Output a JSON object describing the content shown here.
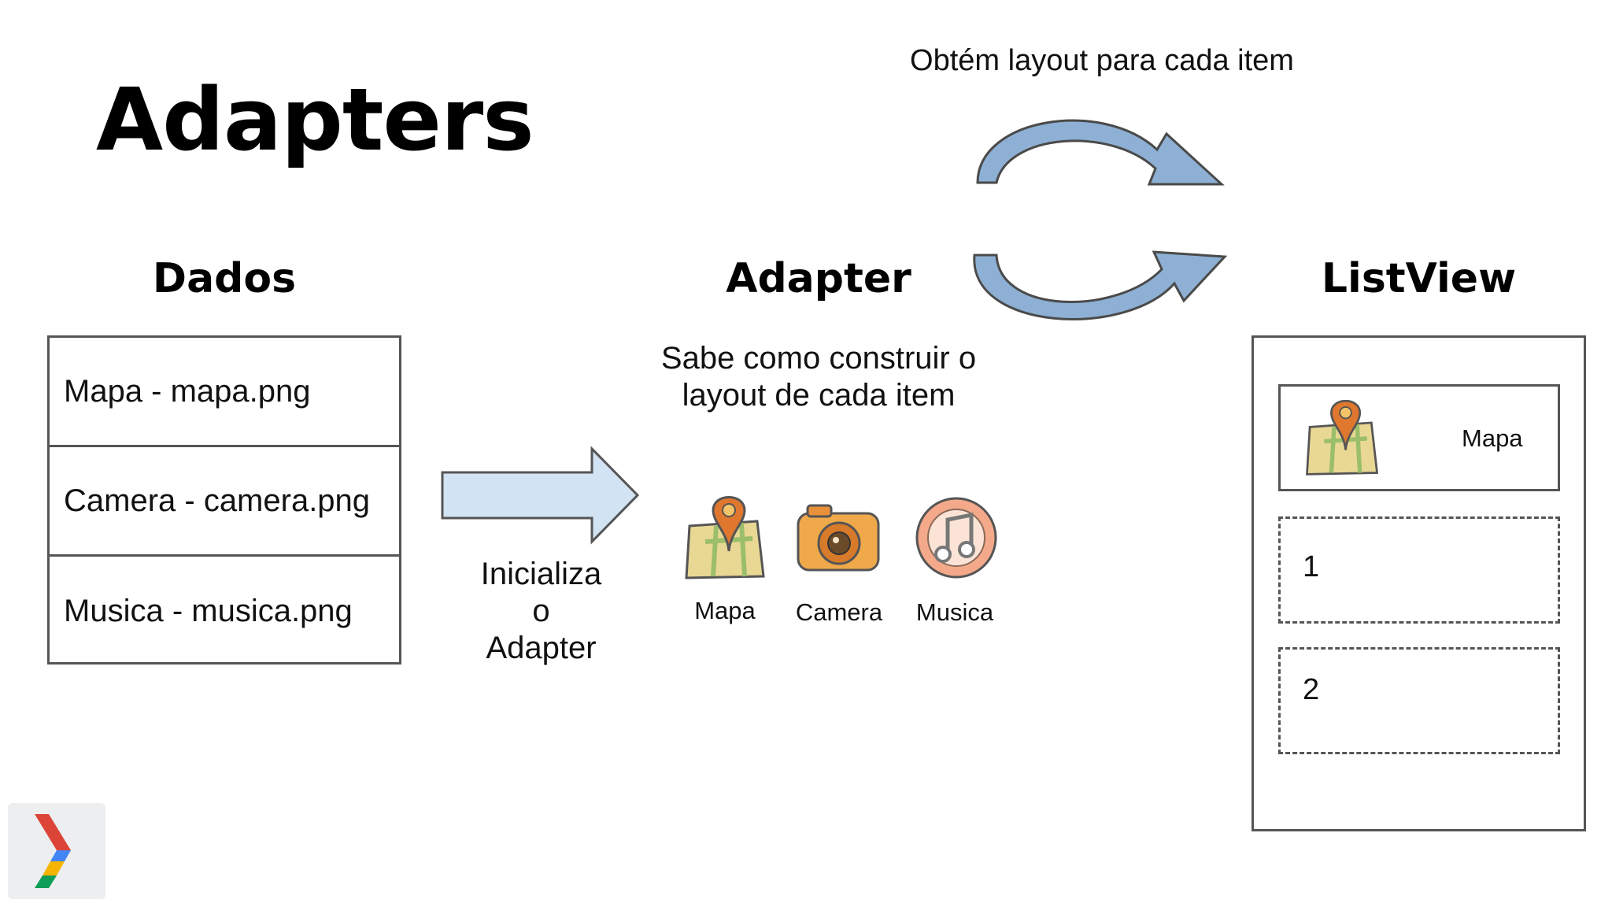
{
  "slide": {
    "title": "Adapters",
    "loop_label": "Obtém layout para cada item"
  },
  "dados": {
    "heading": "Dados",
    "rows": [
      "Mapa - mapa.png",
      "Camera - camera.png",
      "Musica - musica.png"
    ]
  },
  "init_arrow": {
    "label_lines": [
      "Inicializa",
      "o",
      "Adapter"
    ]
  },
  "adapter": {
    "heading": "Adapter",
    "description_lines": [
      "Sabe como construir o",
      "layout de cada item"
    ],
    "icons": [
      {
        "icon": "map-pin-icon",
        "label": "Mapa"
      },
      {
        "icon": "camera-icon",
        "label": "Camera"
      },
      {
        "icon": "music-icon",
        "label": "Musica"
      }
    ]
  },
  "listview": {
    "heading": "ListView",
    "first_item_label": "Mapa",
    "placeholder_items": [
      "1",
      "2"
    ]
  },
  "colors": {
    "arrow_fill": "#d2e3f3",
    "cycle_fill": "#8eb0d4",
    "border": "#555555"
  }
}
